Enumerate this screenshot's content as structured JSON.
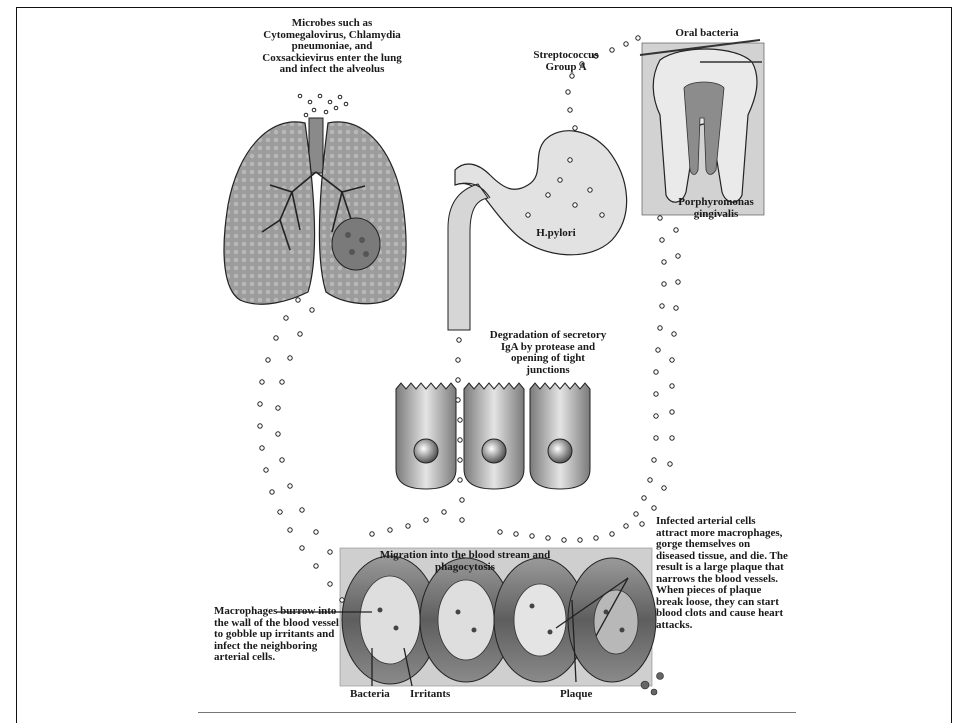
{
  "labels": {
    "microbes": "Microbes such as Cytomegalovirus, Chlamydia pneumoniae, and Coxsackievirus enter the lung and infect the alveolus",
    "streptococcus": "Streptococcus Group A",
    "oral_bacteria": "Oral bacteria",
    "porphyromonas": "Porphyromonas gingivalis",
    "h_pylori": "H.pylori",
    "degradation": "Degradation of secretory IgA by protease and opening of tight junctions",
    "migration": "Migration into the blood stream and phagocytosis",
    "infected_cells": "Infected arterial cells attract more macrophages, gorge themselves on diseased tissue, and die. The result is a large plaque that narrows the blood vessels. When pieces of plaque break loose, they can start blood clots and cause heart attacks.",
    "macrophages": "Macrophages burrow into the wall of the blood vessel to gobble up irritants and infect the neighboring arterial cells.",
    "bacteria": "Bacteria",
    "irritants": "Irritants",
    "plaque": "Plaque"
  },
  "colors": {
    "ink": "#1a1a1a",
    "lung_fill": "#9a9a9a",
    "stomach_fill": "#e2e2e2",
    "vessel_wall": "#6e6e6e",
    "vessel_inner": "#d9d9d9",
    "cell_fill": "#cfcfcf"
  }
}
